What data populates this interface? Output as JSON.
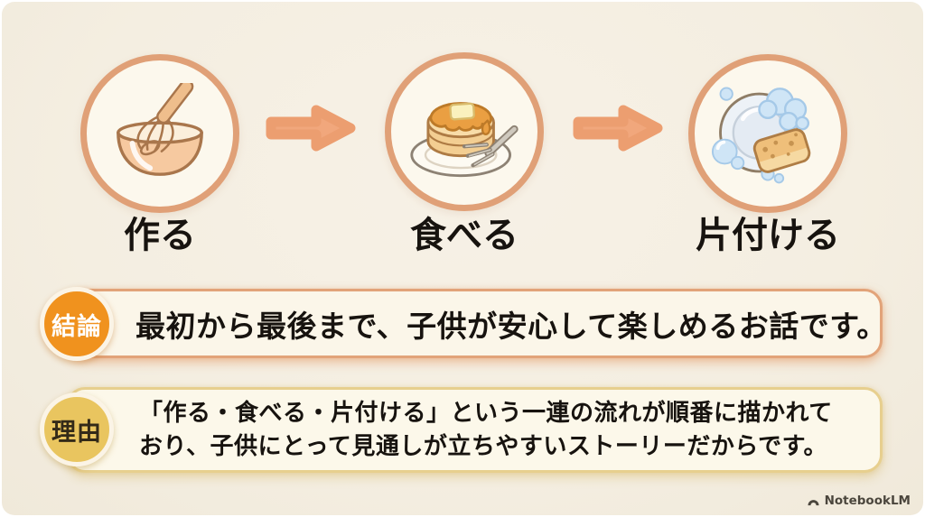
{
  "flow": {
    "steps": [
      {
        "label": "作る",
        "icon": "mixing-bowl-whisk-icon"
      },
      {
        "label": "食べる",
        "icon": "pancakes-plate-fork-icon"
      },
      {
        "label": "片付ける",
        "icon": "dish-sponge-bubbles-icon"
      }
    ],
    "arrow_color": "#F1A77C"
  },
  "conclusion": {
    "badge_label": "結論",
    "badge_color": "#F0921E",
    "border_color": "#E2A379",
    "text": "最初から最後まで、子供が安心して楽しめるお話です。"
  },
  "reason": {
    "badge_label": "理由",
    "badge_color": "#E9C55F",
    "border_color": "#E7CF8E",
    "lines": [
      "「作る・食べる・片付ける」という一連の流れが順番に描かれて",
      "おり、子供にとって見通しが立ちやすいストーリーだからです。"
    ]
  },
  "footer": {
    "watermark": "NotebookLM"
  },
  "colors": {
    "panel_bg": "#F4EEE1",
    "circle_fill": "#FCF8ED",
    "circle_border": "#E0A077",
    "text": "#17130F"
  }
}
